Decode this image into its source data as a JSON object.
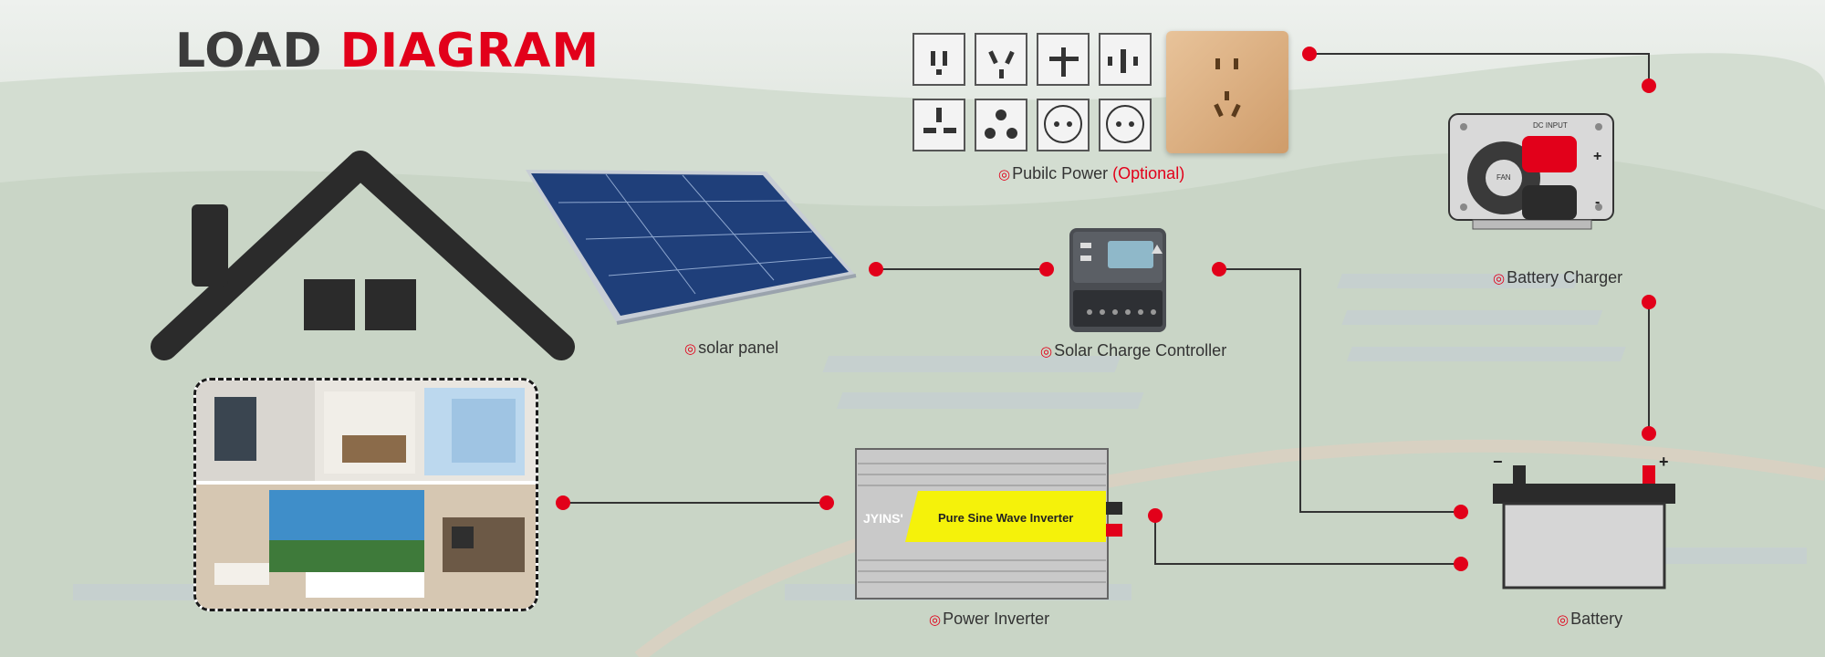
{
  "title": {
    "word1": "LOAD",
    "word2": "DIAGRAM"
  },
  "labels": {
    "public_power": "Pubilc Power",
    "public_power_note": "(Optional)",
    "solar_panel": "solar panel",
    "charge_controller": "Solar Charge Controller",
    "battery_charger": "Battery Charger",
    "power_inverter": "Power Inverter",
    "battery": "Battery"
  },
  "battery_charger_text": {
    "dc_input": "DC INPUT",
    "fan": "FAN",
    "plus": "+",
    "minus": "-"
  },
  "inverter_text": {
    "brand": "JYINS'",
    "model": "Pure Sine Wave Inverter"
  },
  "battery_text": {
    "plus": "+",
    "minus": "−"
  },
  "bullet": "◎",
  "colors": {
    "accent_red": "#e2001a",
    "title_dark": "#3b3b3b",
    "inverter_yellow": "#f5f20a",
    "wire": "#333333"
  }
}
